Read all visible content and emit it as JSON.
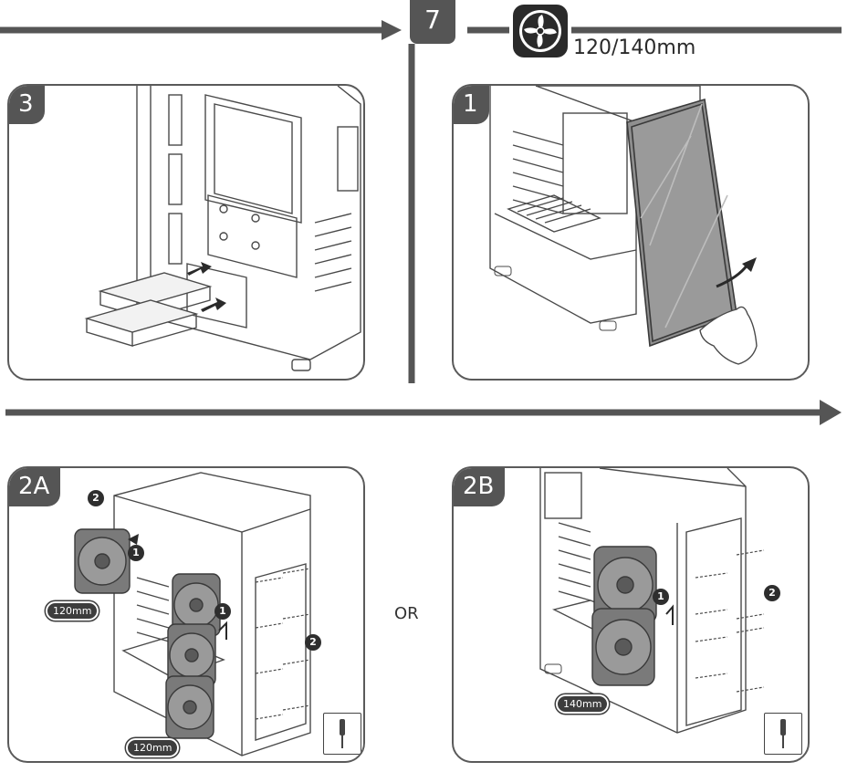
{
  "header": {
    "step_number": "7",
    "fan_size_text": "120/140mm",
    "fan_icon": "fan-icon"
  },
  "panels": {
    "panel_3": {
      "label": "3"
    },
    "panel_1": {
      "label": "1"
    },
    "panel_2a": {
      "label": "2A",
      "callout_1": "1",
      "callout_2": "2",
      "size_top": "120mm",
      "size_bottom": "120mm",
      "tool_icon": "screwdriver-icon"
    },
    "panel_2b": {
      "label": "2B",
      "callout_1": "1",
      "callout_2": "2",
      "size": "140mm",
      "tool_icon": "screwdriver-icon"
    }
  },
  "separator": {
    "or_text": "OR"
  },
  "colors": {
    "line": "#555555",
    "panel_border": "#5a5a5a",
    "drawing": "#4a4a4a"
  }
}
